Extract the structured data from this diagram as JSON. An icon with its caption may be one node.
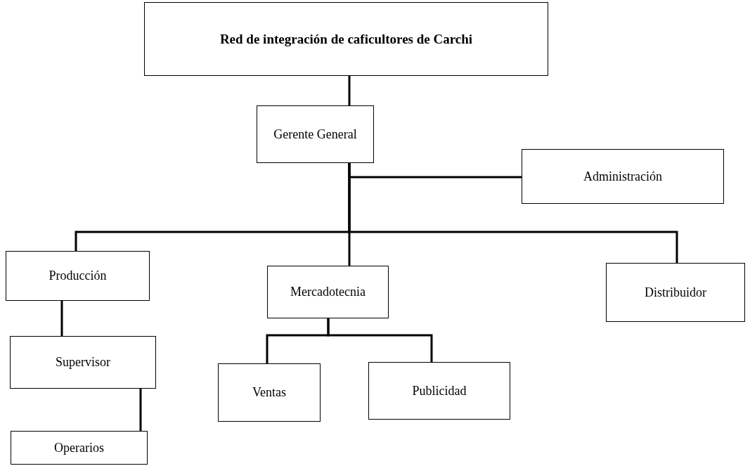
{
  "diagram": {
    "nodes": [
      {
        "text": [
          "Red de integración de caficultores de Carchi"
        ]
      },
      {
        "text": [
          "Gerente General"
        ]
      },
      {
        "text": [
          "Administración"
        ]
      },
      {
        "text": [
          "Producción"
        ]
      },
      {
        "text": [
          "Mercadotecnia"
        ]
      },
      {
        "text": [
          "Distribuidor"
        ]
      },
      {
        "text": [
          "Supervisor"
        ]
      },
      {
        "text": [
          "Operarios"
        ]
      },
      {
        "text": [
          "Ventas"
        ]
      },
      {
        "text": [
          "Publicidad"
        ]
      }
    ],
    "edges": [
      {
        "from": 0,
        "to": 1,
        "arrow": "none"
      },
      {
        "from": 1,
        "to": 2,
        "arrow": "none"
      },
      {
        "from": 1,
        "to": 3,
        "arrow": "none"
      },
      {
        "from": 1,
        "to": 4,
        "arrow": "none"
      },
      {
        "from": 1,
        "to": 5,
        "arrow": "none"
      },
      {
        "from": 3,
        "to": 6,
        "arrow": "none"
      },
      {
        "from": 4,
        "to": 8,
        "arrow": "none"
      },
      {
        "from": 4,
        "to": 9,
        "arrow": "none"
      },
      {
        "from": 6,
        "to": 7,
        "arrow": "none"
      }
    ]
  }
}
